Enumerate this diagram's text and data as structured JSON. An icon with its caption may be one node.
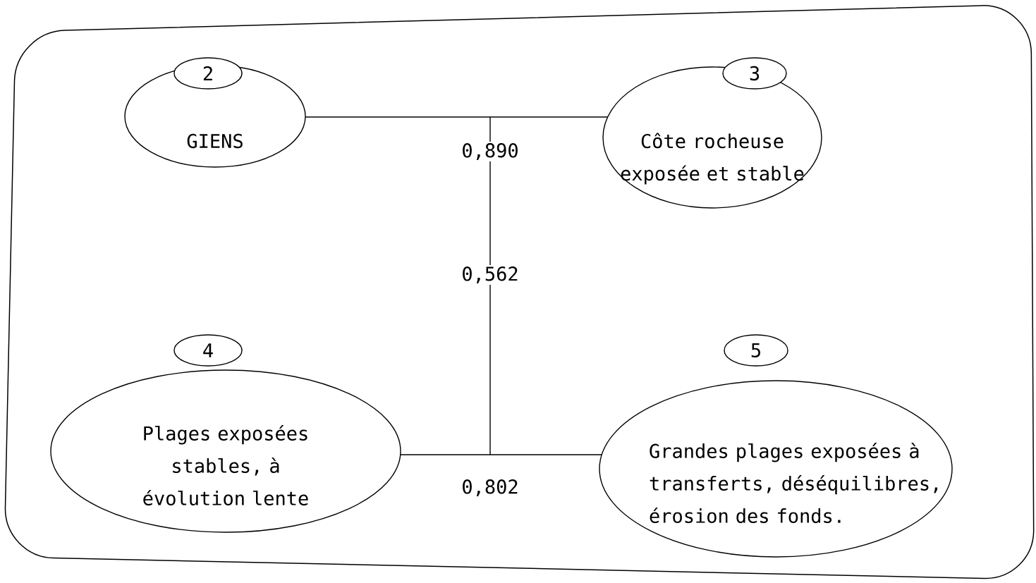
{
  "diagram": {
    "nodes": [
      {
        "text": [],
        "shape": "box"
      },
      {
        "text": [
          "2"
        ],
        "in": 0
      },
      {
        "text": [
          "GIENS"
        ],
        "in": 0
      },
      {
        "text": [
          "3"
        ],
        "in": 0
      },
      {
        "text": [
          "Côte rocheuse exposée et stable"
        ],
        "in": 0
      },
      {
        "text": [
          "4"
        ],
        "in": 0
      },
      {
        "text": [
          "Plages exposées stables, à évolution lente"
        ],
        "in": 0
      },
      {
        "text": [
          "5"
        ],
        "in": 0
      },
      {
        "text": [
          "Grandes plages exposées à transferts, déséquilibres, érosion des fonds."
        ],
        "in": 0
      }
    ],
    "edges": [
      {
        "from": 2,
        "to": 4,
        "arrow": "none",
        "label": "0,890"
      },
      {
        "from": 6,
        "to": 8,
        "arrow": "none",
        "label": "0,802"
      }
    ],
    "labels": [
      "0,562"
    ]
  }
}
